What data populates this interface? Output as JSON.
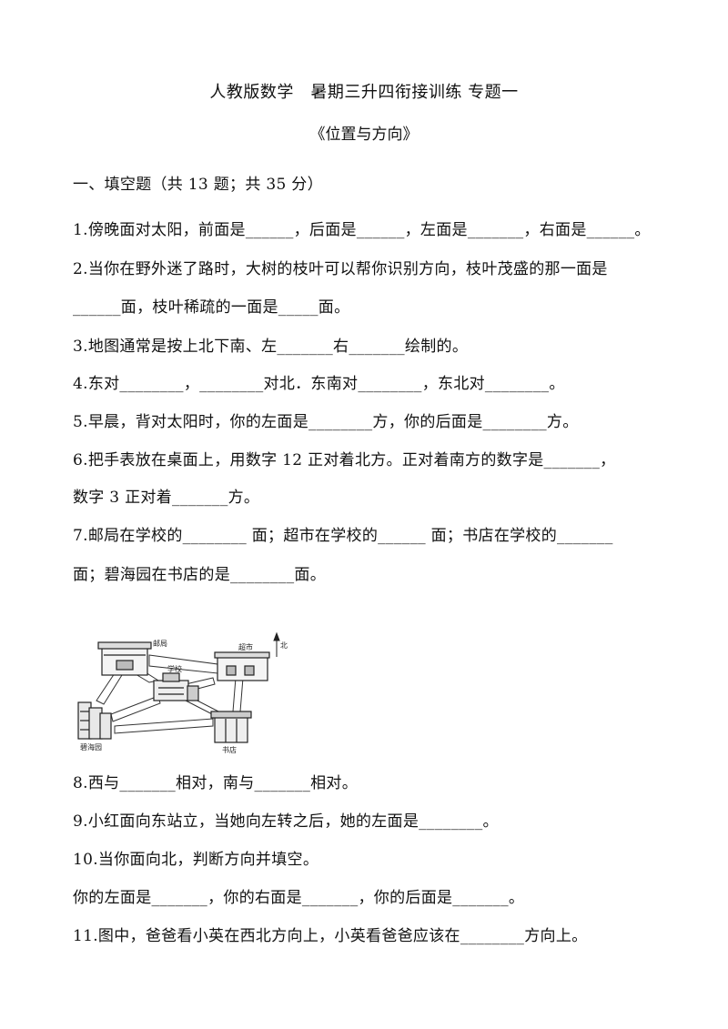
{
  "header": {
    "title": "人教版数学　暑期三升四衔接训练 专题一",
    "subtitle": "《位置与方向》"
  },
  "section1": {
    "heading": "一、填空题（共 13 题；共 35 分）"
  },
  "questions": {
    "q1": "1.傍晚面对太阳，前面是______，后面是______，左面是_______，右面是______。",
    "q2a": "2.当你在野外迷了路时，大树的枝叶可以帮你识别方向，枝叶茂盛的那一面是",
    "q2b": "______面，枝叶稀疏的一面是_____面。",
    "q3": "3.地图通常是按上北下南、左_______右_______绘制的。",
    "q4": "4.东对________，________对北．东南对________，东北对________。",
    "q5": "5.早晨，背对太阳时，你的左面是________方，你的后面是________方。",
    "q6a": "6.把手表放在桌面上，用数字 12 正对着北方。正对着南方的数字是_______，",
    "q6b": "数字 3 正对着_______方。",
    "q7a": "7.邮局在学校的________ 面；超市在学校的______ 面；书店在学校的_______",
    "q7b": "面；碧海园在书店的是________面。",
    "q8": "8.西与_______相对，南与_______相对。",
    "q9": "9.小红面向东站立，当她向左转之后，她的左面是________。",
    "q10a": "10.当你面向北，判断方向并填空。",
    "q10b": "你的左面是_______，你的右面是_______，你的后面是_______。",
    "q11": "11.图中，爸爸看小英在西北方向上，小英看爸爸应该在________方向上。"
  },
  "map": {
    "post_office": "邮局",
    "supermarket": "超市",
    "school": "学校",
    "bihaiyuan": "碧海园",
    "bookstore": "书店",
    "north": "北"
  }
}
